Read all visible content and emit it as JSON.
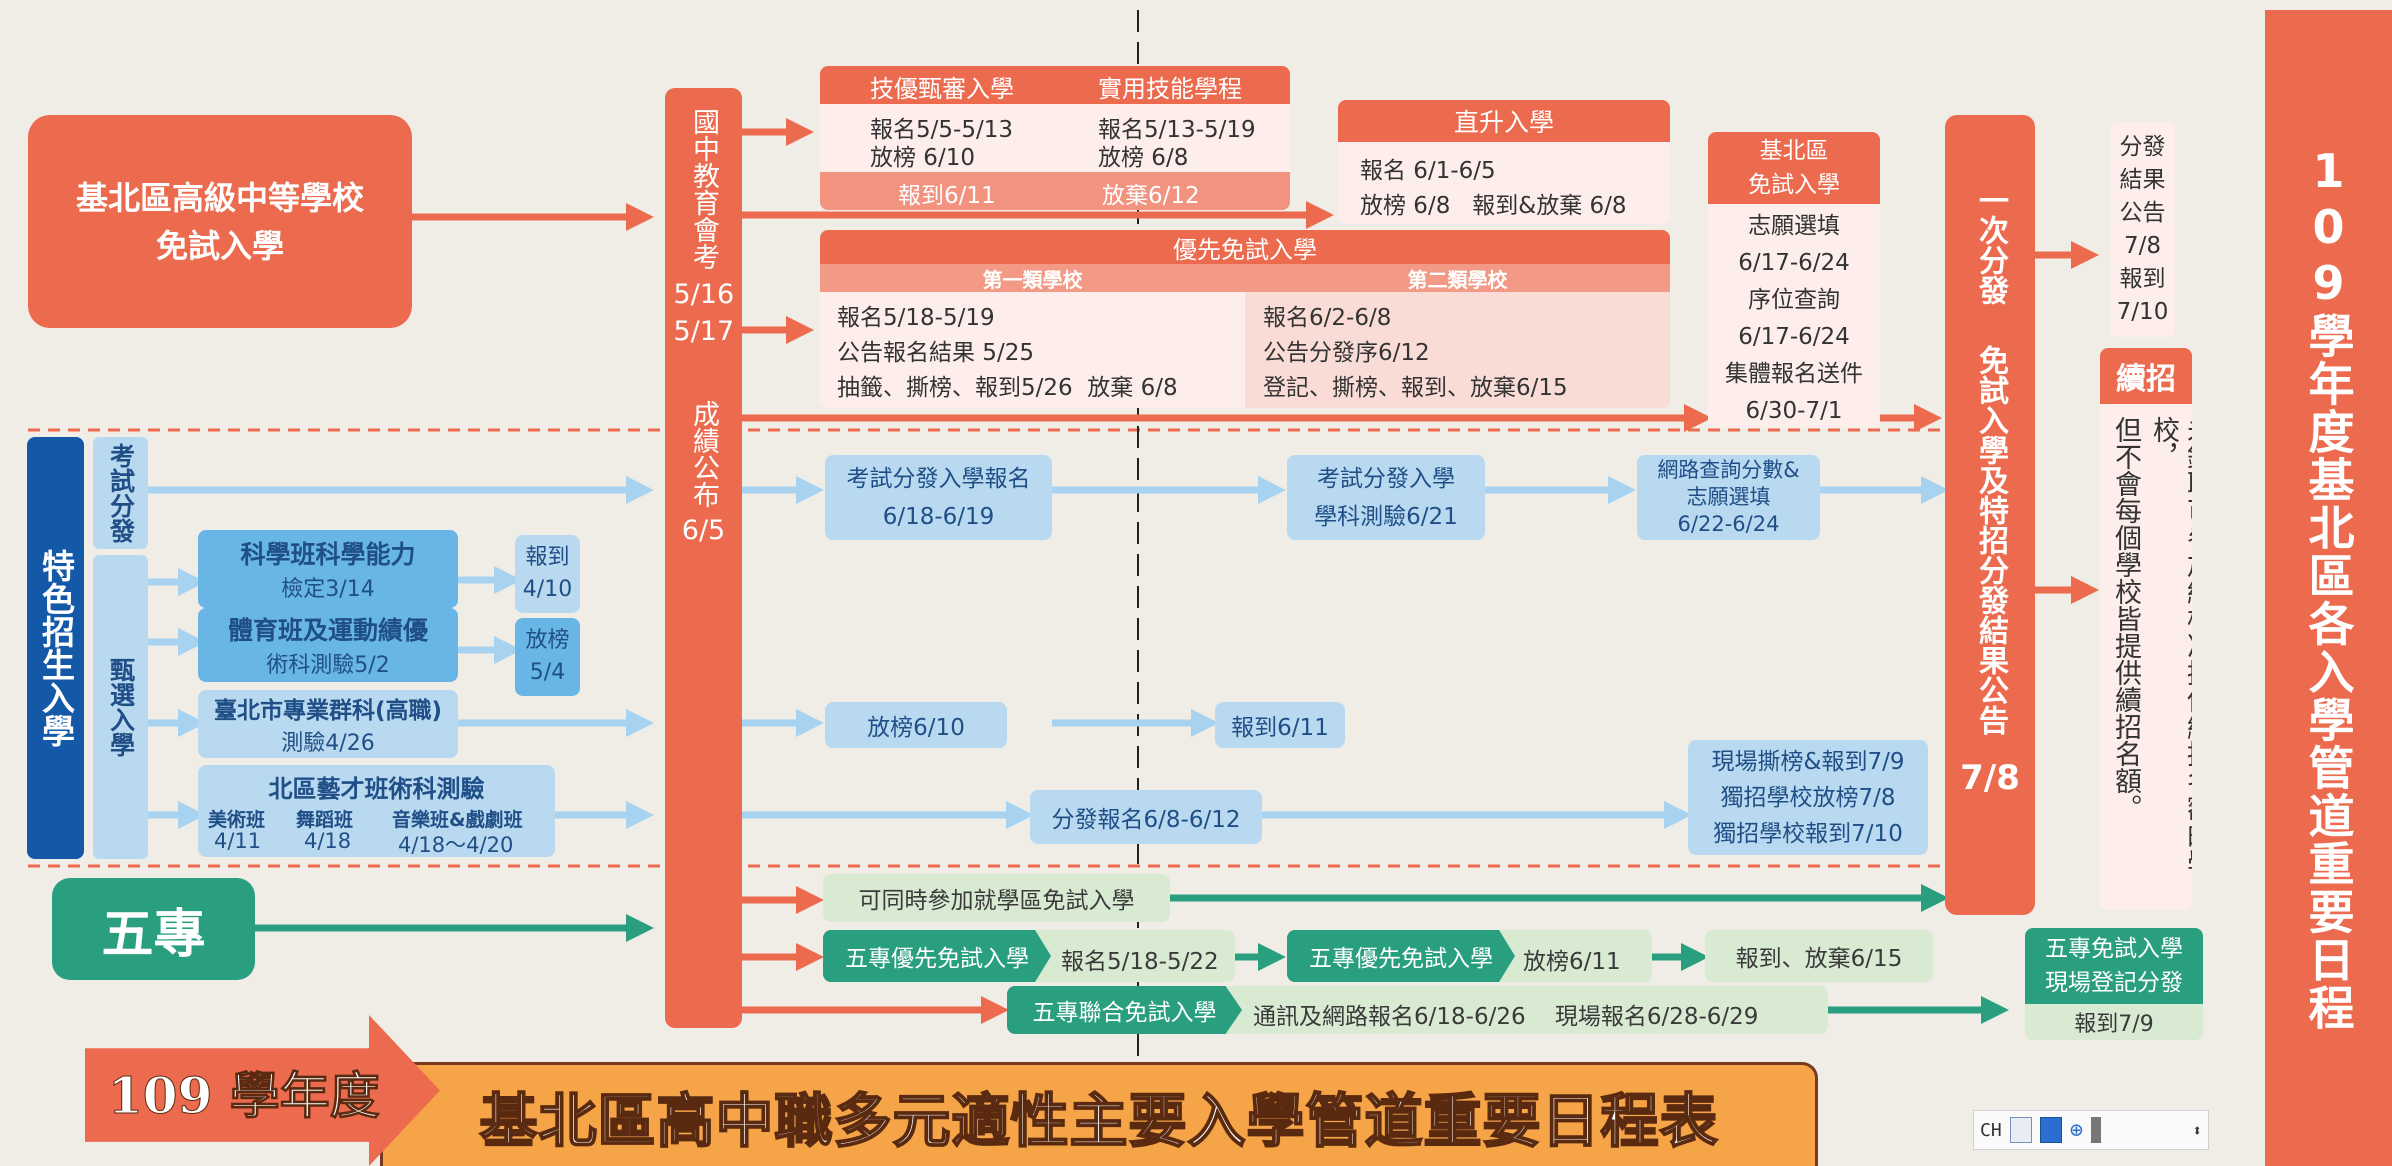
{
  "footer_title": {
    "year": "109 學年度",
    "main": "基北區高中職多元適性主要入學管道重要日程表"
  },
  "side_title": "109學年度基北區各入學管道重要日程",
  "free_entry": {
    "title_line1": "基北區高級中等學校",
    "title_line2": "免試入學"
  },
  "exam": {
    "part1": "國中教育會考",
    "dates": "5/16 5/17",
    "part2": "成績公布",
    "release": "6/5"
  },
  "skill": {
    "h1": "技優甄審入學",
    "h2": "實用技能學程",
    "left_1": "報名5/5-5/13",
    "left_2": "放榜 6/10",
    "right_1": "報名5/13-5/19",
    "right_2": "放榜 6/8",
    "f1": "報到6/11",
    "f2": "放棄6/12"
  },
  "direct": {
    "title": "直升入學",
    "l1": "報名 6/1-6/5",
    "l2": "放榜 6/8   報到&放棄 6/8"
  },
  "priority": {
    "title": "優先免試入學",
    "t1": "第一類學校",
    "t2": "第二類學校",
    "a1": "報名5/18-5/19",
    "a2": "公告報名結果 5/25",
    "a3": "抽籤、撕榜、報到5/26  放棄 6/8",
    "b1": "報名6/2-6/8",
    "b2": "公告分發序6/12",
    "b3": "登記、撕榜、報到、放棄6/15"
  },
  "jibei": {
    "title_1": "基北區",
    "title_2": "免試入學",
    "l1": "志願選填",
    "l2": "6/17-6/24",
    "l3": "序位查詢",
    "l4": "6/17-6/24",
    "l5": "集體報名送件",
    "l6": "6/30-7/1"
  },
  "first_dist": {
    "part1": "一次分發",
    "part2": "免試入學及特招分發結果公告",
    "date": "7/8"
  },
  "result": {
    "t1": "分發",
    "t2": "結果",
    "t3": "公告",
    "t4": "7/8",
    "t5": "報到",
    "t6": "7/10"
  },
  "supplementary": {
    "title": "續招",
    "text1": "未錄取可參加經核准提供續招名額的學校，",
    "text2": "但不會每個學校皆提供續招名額。"
  },
  "special": {
    "main": "特色招生入學",
    "exam_dist": "考試分發",
    "selection": "甄選入學",
    "science_1": "科學班科學能力",
    "science_2": "檢定3/14",
    "science_r1": "報到",
    "science_r2": "4/10",
    "sport_1": "體育班及運動績優",
    "sport_2": "術科測驗5/2",
    "sport_r1": "放榜",
    "sport_r2": "5/4",
    "voc_1": "臺北市專業群科(高職)",
    "voc_2": "測驗4/26",
    "arts_title": "北區藝才班術科測驗",
    "arts_a": "美術班",
    "arts_b": "舞蹈班",
    "arts_c": "音樂班&戲劇班",
    "arts_a_d": "4/11",
    "arts_b_d": "4/18",
    "arts_c_d": "4/18～4/20",
    "exam_reg_1": "考試分發入學報名",
    "exam_reg_2": "6/18-6/19",
    "exam_test_1": "考試分發入學",
    "exam_test_2": "學科測驗6/21",
    "online_1": "網路查詢分數&",
    "online_2": "志願選填",
    "online_3": "6/22-6/24",
    "voc_release": "放榜6/10",
    "voc_report": "報到6/11",
    "arts_reg": "分發報名6/8-6/12",
    "onsite_1": "現場撕榜&報到7/9",
    "onsite_2": "獨招學校放榜7/8",
    "onsite_3": "獨招學校報到7/10"
  },
  "five": {
    "title": "五專",
    "simul": "可同時參加就學區免試入學",
    "p1_label": "五專優先免試入學",
    "p1_text": "報名5/18-5/22",
    "p2_label": "五專優先免試入學",
    "p2_text": "放榜6/11",
    "p3_text": "報到、放棄6/15",
    "joint_label": "五專聯合免試入學",
    "joint_text": "通訊及網路報名6/18-6/26    現場報名6/28-6/29",
    "final_1": "五專免試入學",
    "final_2": "現場登記分發",
    "final_3": "報到7/9"
  },
  "ime": {
    "lang": "CH"
  },
  "colors": {
    "red": "#ec6b4f",
    "blue": "#1459a7",
    "light_blue": "#b8d9f0",
    "teal": "#2a9f80",
    "light_green": "#d8ead2"
  }
}
